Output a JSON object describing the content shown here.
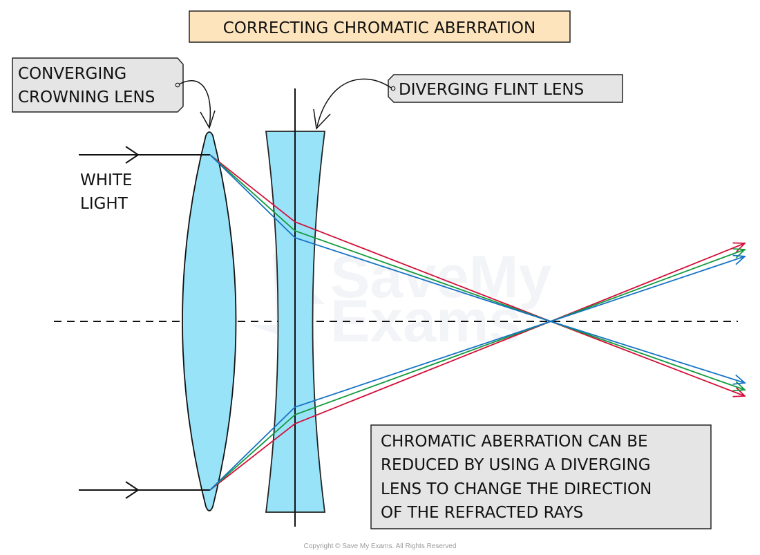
{
  "title": "CORRECTING CHROMATIC ABERRATION",
  "labels": {
    "converging_lens": [
      "CONVERGING",
      "CROWNING LENS"
    ],
    "diverging_lens": "DIVERGING FLINT LENS",
    "white_light": [
      "WHITE",
      "LIGHT"
    ]
  },
  "explanation": [
    "CHROMATIC ABERRATION CAN BE",
    "REDUCED BY USING A DIVERGING",
    "LENS TO CHANGE THE DIRECTION",
    "OF THE REFRACTED RAYS"
  ],
  "watermark": [
    "SaveMy",
    "Exams"
  ],
  "copyright": "Copyright © Save My Exams. All Rights Reserved",
  "colors": {
    "title_bg": "#fde4bc",
    "label_bg": "#e5e5e5",
    "lens_fill": "#99e3f8",
    "ray_red": "#d20f39",
    "ray_green": "#129a3c",
    "ray_blue": "#1572c4",
    "line": "#111111"
  },
  "rays": [
    {
      "name": "red",
      "color_key": "ray_red"
    },
    {
      "name": "green",
      "color_key": "ray_green"
    },
    {
      "name": "blue",
      "color_key": "ray_blue"
    }
  ]
}
